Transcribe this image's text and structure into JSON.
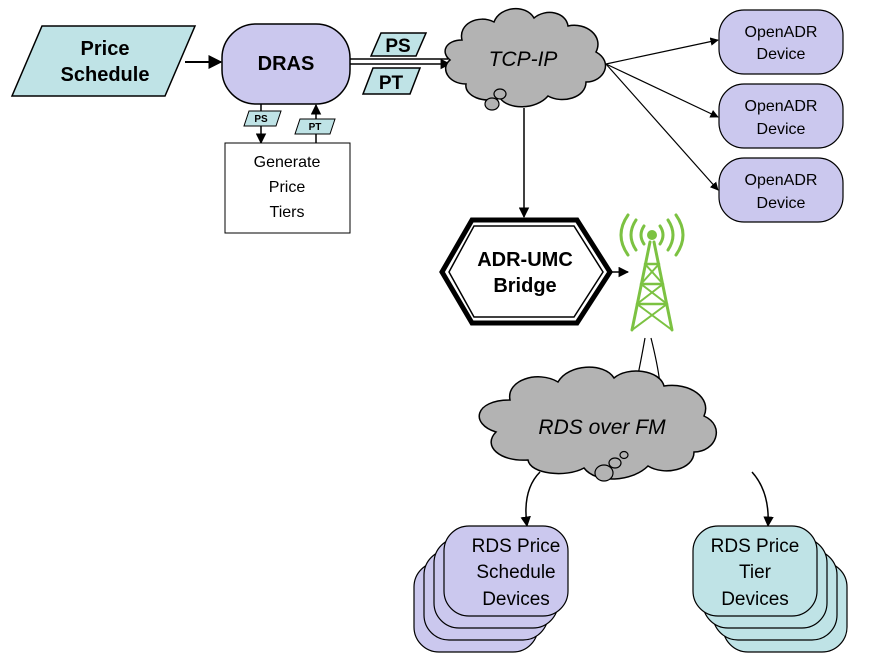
{
  "colors": {
    "teal": "#bfe3e6",
    "lavender": "#cbc8ee",
    "cloud": "#b3b3b3",
    "tower": "#7cc242",
    "stroke": "#000000"
  },
  "nodes": {
    "price_schedule": [
      "Price",
      "Schedule"
    ],
    "dras": "DRAS",
    "ps_large": "PS",
    "pt_large": "PT",
    "ps_small": "PS",
    "pt_small": "PT",
    "generate": [
      "Generate",
      "Price",
      "Tiers"
    ],
    "tcp_ip": "TCP-IP",
    "openadr_1": [
      "OpenADR",
      "Device"
    ],
    "openadr_2": [
      "OpenADR",
      "Device"
    ],
    "openadr_3": [
      "OpenADR",
      "Device"
    ],
    "bridge": [
      "ADR-UMC",
      "Bridge"
    ],
    "rds_fm": "RDS over FM",
    "rds_schedule": [
      "RDS Price",
      "Schedule",
      "Devices"
    ],
    "rds_tier": [
      "RDS Price",
      "Tier",
      "Devices"
    ]
  },
  "icons": {
    "tower": "radio-tower-icon"
  }
}
